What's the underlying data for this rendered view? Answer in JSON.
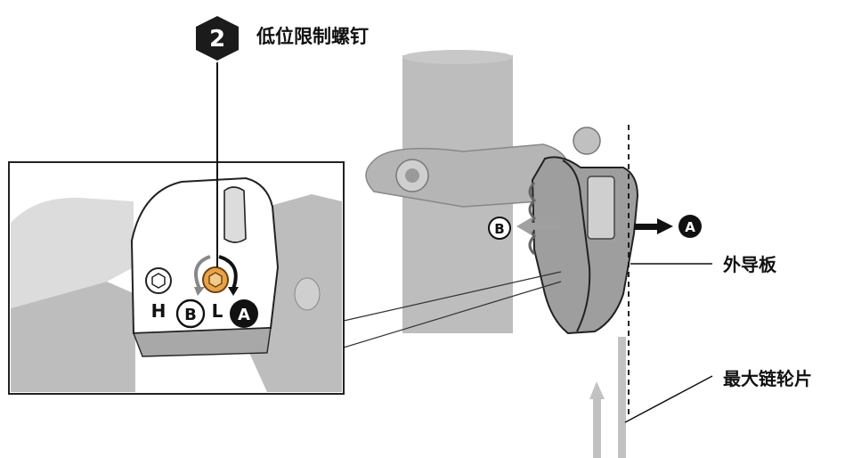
{
  "step": {
    "number": "2",
    "title": "低位限制螺钉"
  },
  "inset": {
    "screw_h_label": "H",
    "screw_l_label": "L",
    "marker_b": "B",
    "marker_a": "A"
  },
  "main": {
    "marker_b": "B",
    "marker_a": "A"
  },
  "callouts": {
    "outer_plate": "外导板",
    "largest_chainring": "最大链轮片"
  },
  "colors": {
    "tube": "#bdbdbd",
    "metal": "#a7a7a7",
    "outline": "#222222",
    "screw": "#e8a24a",
    "step_badge": "#1b1b1b"
  },
  "icons": {
    "step_badge": "hexagon-badge",
    "screw": "hex-socket-screw",
    "rotation": "curved-arrows"
  }
}
